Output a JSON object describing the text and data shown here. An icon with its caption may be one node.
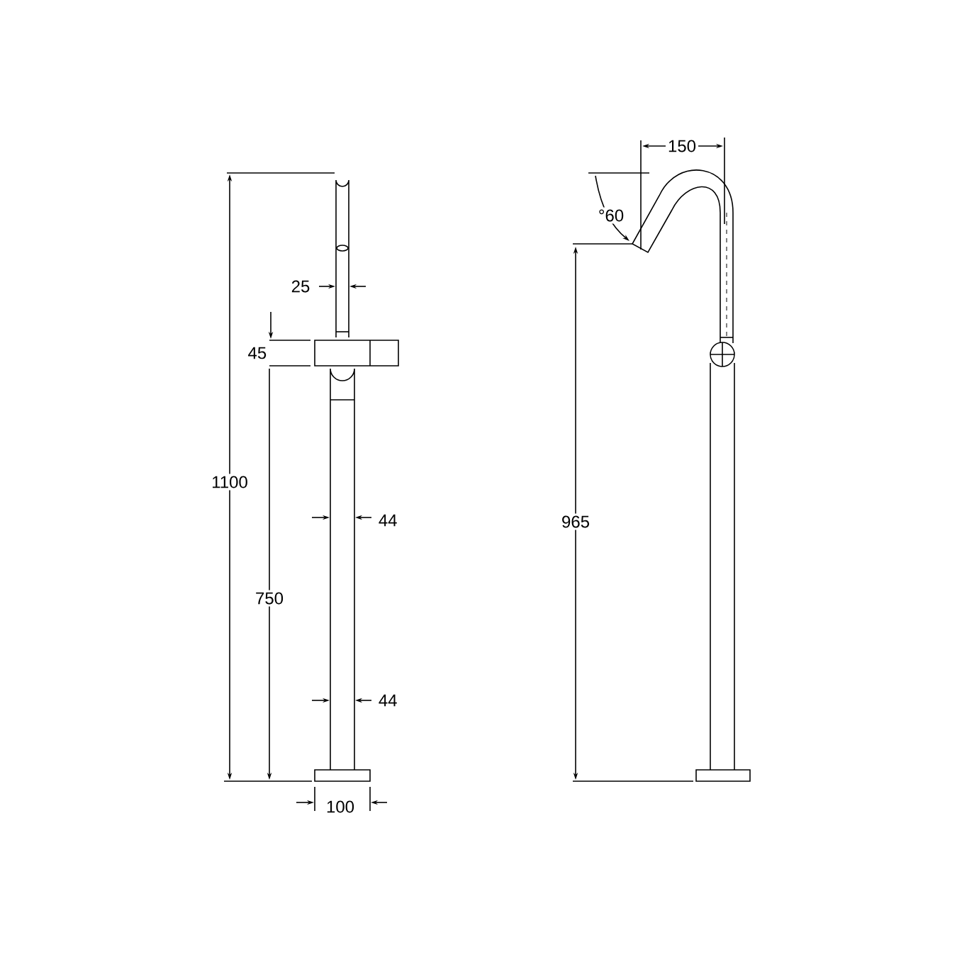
{
  "diagram": {
    "labels": [
      "150",
      "°60",
      "25",
      "45",
      "1100",
      "44",
      "965",
      "750",
      "44",
      "100"
    ]
  }
}
